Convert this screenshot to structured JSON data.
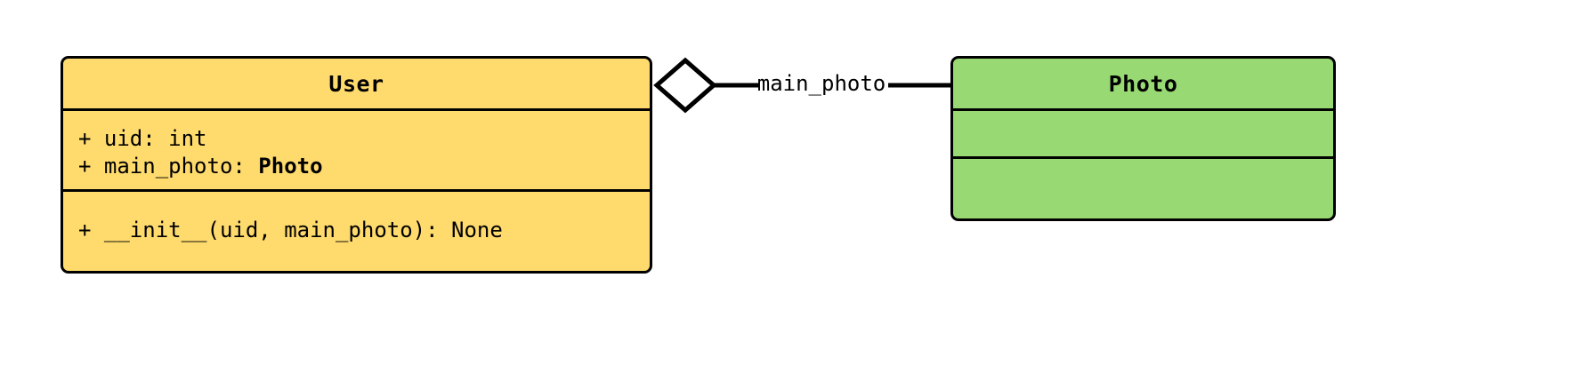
{
  "diagram": {
    "type": "uml-class-diagram",
    "background": "#ffffff",
    "classes": [
      {
        "id": "user",
        "name": "User",
        "fill": "#FFDB6E",
        "stroke": "#000000",
        "attributes": [
          {
            "visibility": "+",
            "text": "+ uid: int"
          },
          {
            "visibility": "+",
            "prefix": "+ main_photo: ",
            "type": "Photo"
          }
        ],
        "methods": [
          {
            "visibility": "+",
            "text": "+ __init__(uid, main_photo): None"
          }
        ]
      },
      {
        "id": "photo",
        "name": "Photo",
        "fill": "#98D973",
        "stroke": "#000000",
        "attributes": [],
        "methods": []
      }
    ],
    "relationships": [
      {
        "id": "user-main-photo",
        "kind": "aggregation",
        "source": "User",
        "target": "Photo",
        "label": "main_photo",
        "diamond": "hollow"
      }
    ]
  }
}
